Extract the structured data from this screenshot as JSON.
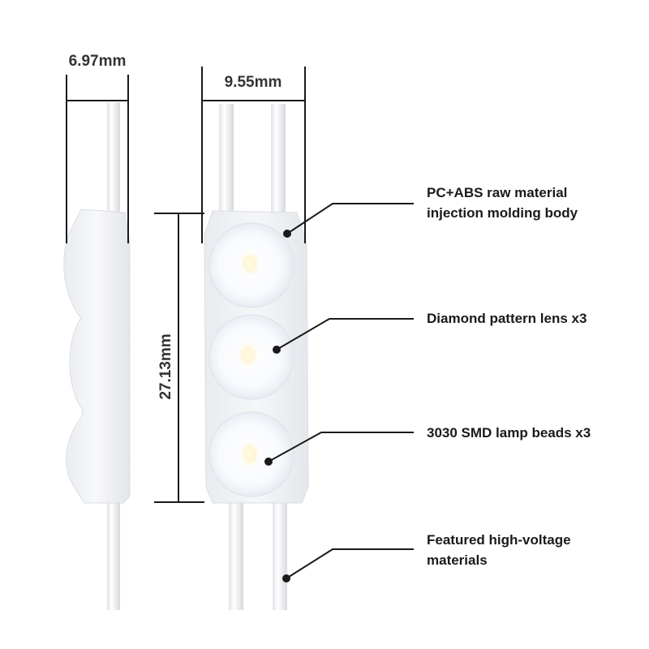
{
  "dimensions": {
    "side_width": "6.97mm",
    "front_width": "9.55mm",
    "height": "27.13mm"
  },
  "callouts": [
    {
      "lines": [
        "PC+ABS raw material",
        "injection molding body"
      ]
    },
    {
      "lines": [
        "Diamond pattern lens x3"
      ]
    },
    {
      "lines": [
        "3030 SMD lamp beads x3"
      ]
    },
    {
      "lines": [
        "Featured high-voltage",
        "materials"
      ]
    }
  ],
  "colors": {
    "line": "#1a1a1a",
    "body": "#eef0f3",
    "wire": "#f4f5f7",
    "lens": "#f7f9fc"
  }
}
